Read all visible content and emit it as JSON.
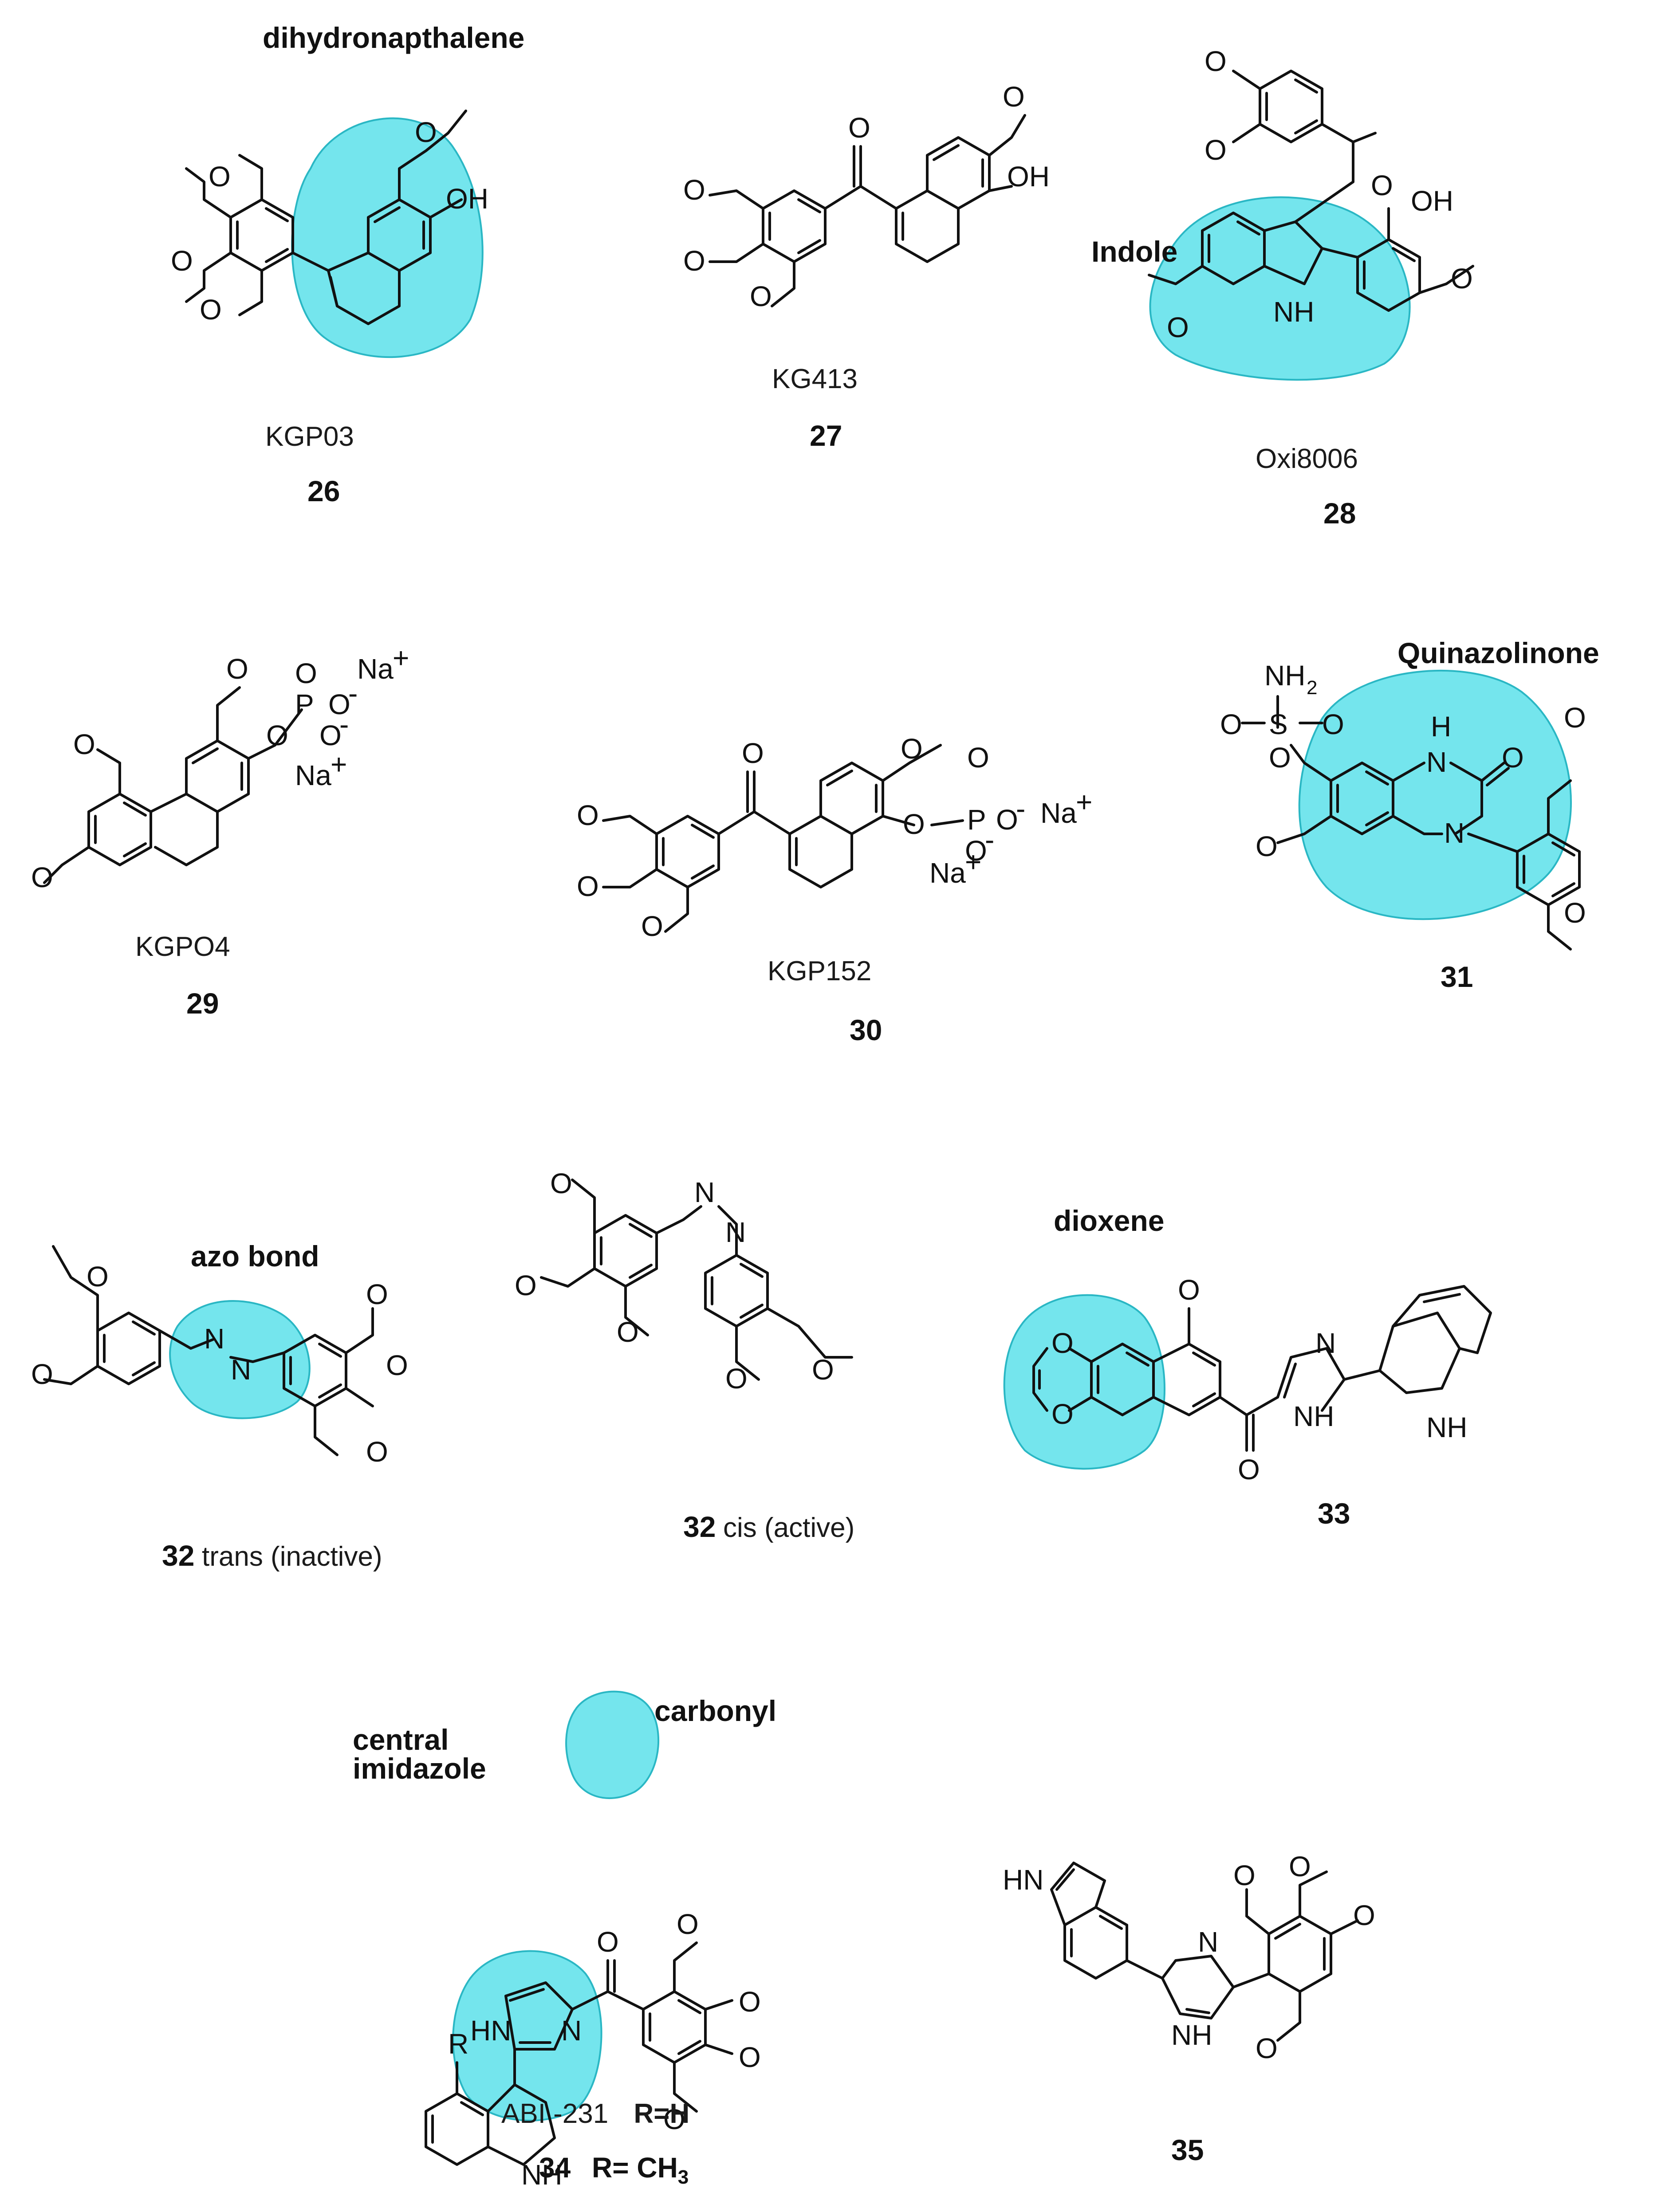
{
  "highlights": {
    "dihydronapthalene": "dihydronapthalene",
    "indole": "Indole",
    "quinazolinone": "Quinazolinone",
    "azo_bond": "azo bond",
    "dioxene": "dioxene",
    "central_imidazole_line1": "central",
    "central_imidazole_line2": "imidazole",
    "carbonyl": "carbonyl"
  },
  "compounds": {
    "c26": {
      "name": "KGP03",
      "number": "26"
    },
    "c27": {
      "name": "KG413",
      "number": "27"
    },
    "c28": {
      "name": "Oxi8006",
      "number": "28"
    },
    "c29": {
      "name": "KGPO4",
      "number": "29"
    },
    "c30": {
      "name": "KGP152",
      "number": "30"
    },
    "c31": {
      "number": "31"
    },
    "c32t": {
      "number": "32",
      "suffix": "trans (inactive)"
    },
    "c32c": {
      "number": "32",
      "suffix": "cis (active)"
    },
    "c33": {
      "number": "33"
    },
    "c34": {
      "name": "ABI -231",
      "r_h": "R=H",
      "number": "34",
      "r_me_prefix": "R= CH",
      "r_me_sub": "3"
    },
    "c35": {
      "number": "35"
    }
  },
  "atoms": {
    "O": "O",
    "OH": "OH",
    "NH": "NH",
    "HN": "HN",
    "N": "N",
    "H": "H",
    "R": "R",
    "P": "P",
    "S": "S",
    "O_minus": "O",
    "minus": "-",
    "Na": "Na",
    "plus": "+",
    "NH2_main": "NH",
    "NH2_sub": "2"
  },
  "colors": {
    "highlight": "#5ce0ea",
    "highlight_edge": "#2ab7c4",
    "ink": "#111111"
  }
}
